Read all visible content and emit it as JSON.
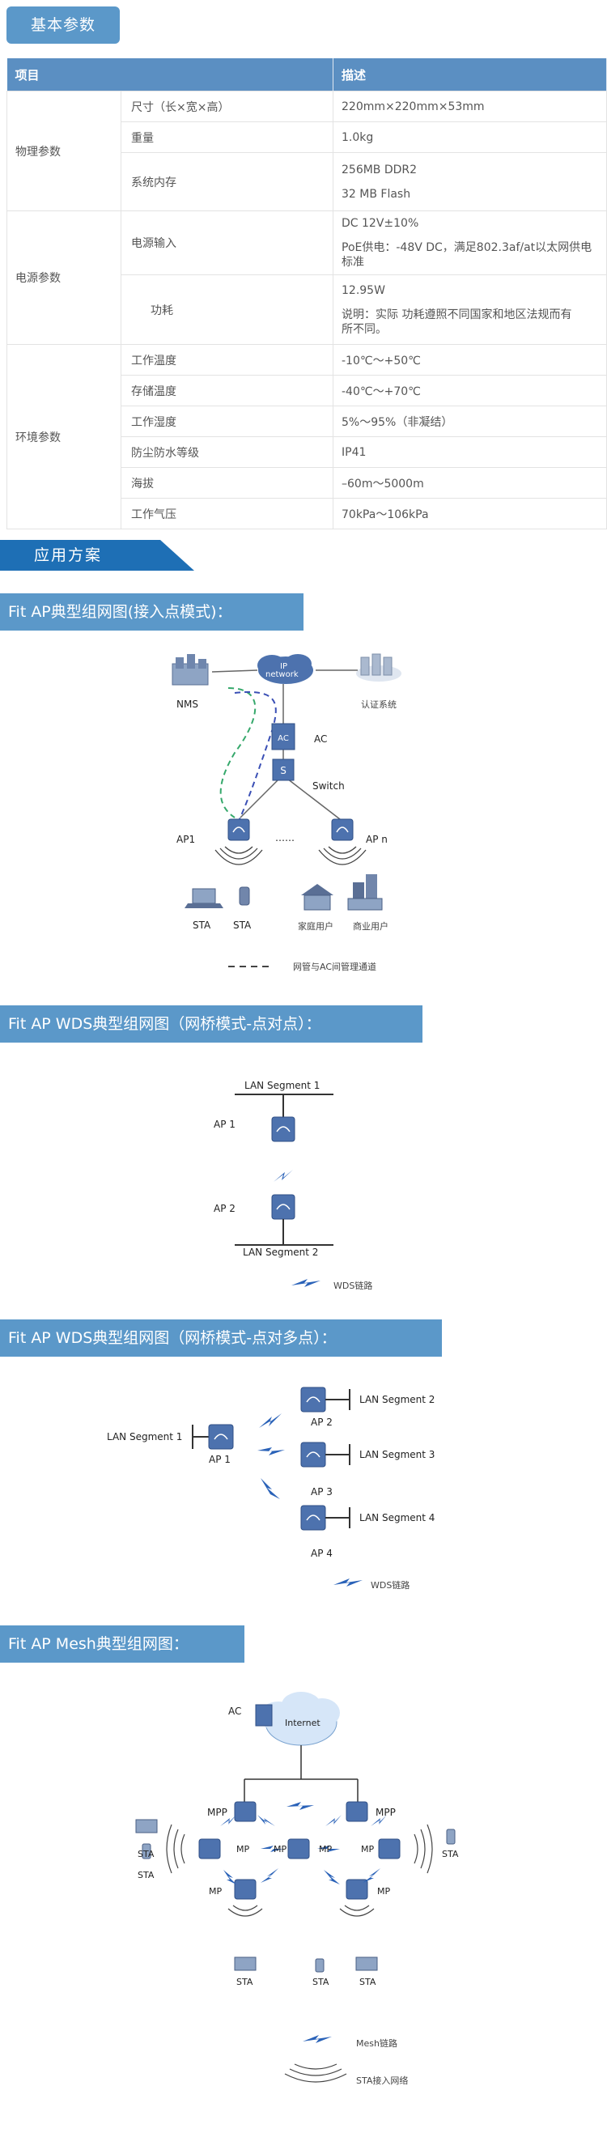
{
  "section1": {
    "title": "基本参数"
  },
  "table": {
    "header": [
      "项目",
      "描述"
    ],
    "physical": {
      "category": "物理参数",
      "rows": [
        {
          "name": "尺寸（长×宽×高）",
          "value": "220mm×220mm×53mm"
        },
        {
          "name": "重量",
          "value": "1.0kg"
        },
        {
          "name": "系统内存",
          "values": [
            "256MB DDR2",
            "32 MB Flash"
          ]
        }
      ]
    },
    "power": {
      "category": "电源参数",
      "rows": [
        {
          "name": "电源输入",
          "values": [
            "DC 12V±10%",
            "PoE供电：-48V DC，满足802.3af/at以太网供电标准"
          ]
        },
        {
          "name": "功耗",
          "values": [
            "12.95W",
            "说明：实际 功耗遵照不同国家和地区法规而有所不同。"
          ]
        }
      ]
    },
    "environment": {
      "category": "环境参数",
      "rows": [
        {
          "name": "工作温度",
          "value": "-10℃～+50℃"
        },
        {
          "name": "存储温度",
          "value": "-40℃～+70℃"
        },
        {
          "name": "工作湿度",
          "value": "5%～95%（非凝结）"
        },
        {
          "name": "防尘防水等级",
          "value": "IP41"
        },
        {
          "name": "海拔",
          "value": "–60m～5000m"
        },
        {
          "name": "工作气压",
          "value": "70kPa～106kPa"
        }
      ]
    }
  },
  "section2": {
    "title": "应用方案"
  },
  "diagram1": {
    "title": "Fit AP典型组网图(接入点模式)：",
    "labels": {
      "nms": "NMS",
      "ip": "IP",
      "network": "network",
      "auth": "认证系统",
      "ac": "AC",
      "switch": "Switch",
      "ap1": "AP1",
      "apn": "AP n",
      "dots": "……",
      "sta1": "STA",
      "sta2": "STA",
      "home": "家庭用户",
      "business": "商业用户",
      "legend": "网管与AC间管理通道",
      "ac_glyph": "AC",
      "sw_glyph": "S"
    }
  },
  "diagram2": {
    "title": "Fit AP WDS典型组网图（网桥模式-点对点）：",
    "labels": {
      "seg1": "LAN Segment 1",
      "seg2": "LAN Segment 2",
      "ap1": "AP 1",
      "ap2": "AP 2",
      "legend": "WDS链路"
    }
  },
  "diagram3": {
    "title": "Fit AP WDS典型组网图（网桥模式-点对多点）：",
    "labels": {
      "seg1": "LAN Segment 1",
      "seg2": "LAN Segment 2",
      "seg3": "LAN Segment 3",
      "seg4": "LAN Segment 4",
      "ap1": "AP 1",
      "ap2": "AP 2",
      "ap3": "AP 3",
      "ap4": "AP 4",
      "legend": "WDS链路"
    }
  },
  "diagram4": {
    "title": "Fit AP Mesh典型组网图：",
    "labels": {
      "ac": "AC",
      "internet": "Internet",
      "mpp_l": "MPP",
      "mpp_r": "MPP",
      "mp1": "MP",
      "mp2": "MP",
      "mp3": "MP",
      "mp4": "MP",
      "mp5": "MP",
      "mp6": "MP",
      "sta_l1": "STA",
      "sta_l2": "STA",
      "sta_r": "STA",
      "sta_b1": "STA",
      "sta_b2": "STA",
      "sta_b3": "STA",
      "legend1": "Mesh链路",
      "legend2": "STA接入网络"
    }
  },
  "colors": {
    "tab": "#5b98c9",
    "header": "#5b8fc2",
    "banner": "#1e6fb5",
    "link": "#2a62b8",
    "dash_green": "#35a86b",
    "dash_blue": "#3a4fb5"
  }
}
